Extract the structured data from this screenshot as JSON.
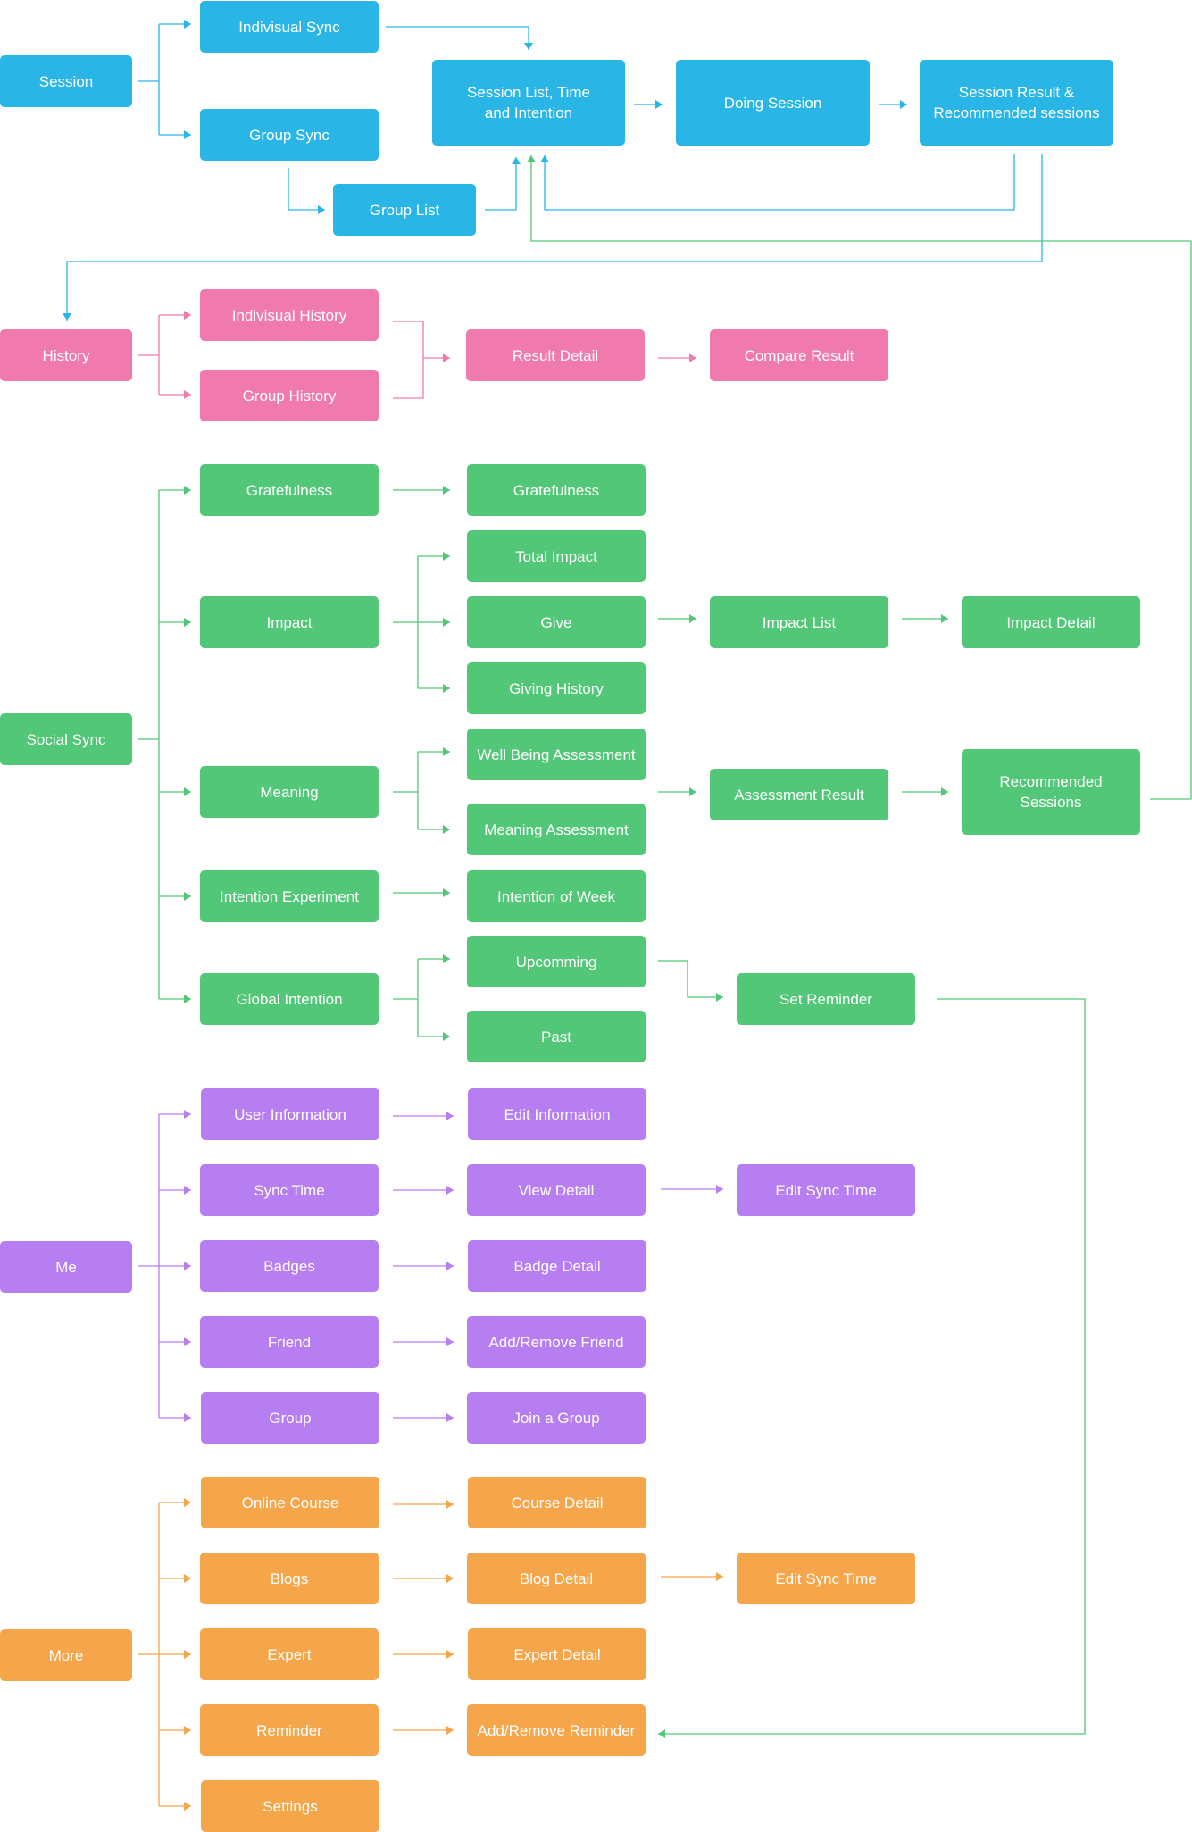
{
  "colors": {
    "blue": "#29b6e6",
    "pink": "#f07aae",
    "green": "#52c778",
    "purple": "#b67ef0",
    "orange": "#f5a54a"
  },
  "nodes": {
    "session": "Session",
    "indiv_sync": "Indivisual Sync",
    "group_sync": "Group Sync",
    "group_list": "Group List",
    "session_list": "Session List, Time\nand Intention",
    "doing_session": "Doing Session",
    "session_result": "Session Result &\nRecommended sessions",
    "history": "History",
    "indiv_history": "Indivisual History",
    "group_history": "Group History",
    "result_detail": "Result Detail",
    "compare_result": "Compare Result",
    "social_sync": "Social Sync",
    "gratefulness": "Gratefulness",
    "gratefulness_2": "Gratefulness",
    "impact": "Impact",
    "total_impact": "Total Impact",
    "give": "Give",
    "giving_history": "Giving History",
    "impact_list": "Impact List",
    "impact_detail": "Impact Detail",
    "meaning": "Meaning",
    "wellbeing": "Well Being Assessment",
    "meaning_assessment": "Meaning Assessment",
    "assessment_result": "Assessment Result",
    "recommended": "Recommended\nSessions",
    "intention_exp": "Intention Experiment",
    "intention_week": "Intention of Week",
    "global_intention": "Global Intention",
    "upcomming": "Upcomming",
    "past": "Past",
    "set_reminder": "Set Reminder",
    "me": "Me",
    "user_info": "User Information",
    "edit_info": "Edit Information",
    "sync_time": "Sync Time",
    "view_detail": "View Detail",
    "edit_sync_time": "Edit Sync Time",
    "badges": "Badges",
    "badge_detail": "Badge Detail",
    "friend": "Friend",
    "add_remove_friend": "Add/Remove Friend",
    "group": "Group",
    "join_group": "Join a Group",
    "more": "More",
    "online_course": "Online Course",
    "course_detail": "Course Detail",
    "blogs": "Blogs",
    "blog_detail": "Blog Detail",
    "edit_sync_time_2": "Edit Sync Time",
    "expert": "Expert",
    "expert_detail": "Expert Detail",
    "reminder": "Reminder",
    "add_remove_reminder": "Add/Remove Reminder",
    "settings": "Settings"
  }
}
